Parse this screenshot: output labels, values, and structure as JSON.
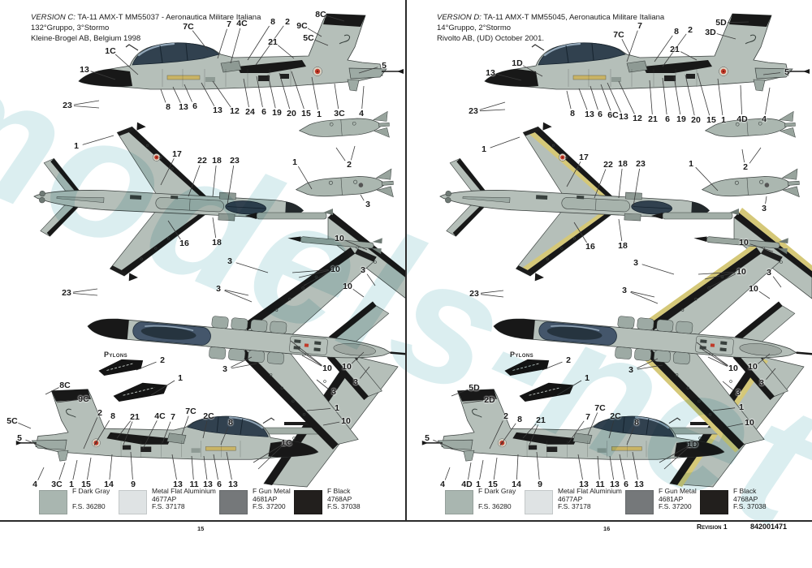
{
  "watermark": {
    "text": "models-net"
  },
  "colors": {
    "body": "#b5bfb9",
    "body_dark": "#9daaa4",
    "panel": "#8e9a94",
    "line": "#3c4240",
    "black": "#181818",
    "canopy": "#31414f",
    "glass": "#93a7b8",
    "roundel_red": "#c13a29",
    "stripe_yellow": "#d5c878",
    "decal_yellow": "#c9b465"
  },
  "legend": {
    "items": [
      {
        "name": "F Dark Gray",
        "code": "",
        "fs": "F.S. 36280",
        "color": "#a9b6b0"
      },
      {
        "name": "Metal Flat Aluminium",
        "code": "4677AP",
        "fs": "F.S. 37178",
        "color": "#dfe3e4"
      },
      {
        "name": "F Gun Metal",
        "code": "4681AP",
        "fs": "F.S. 37200",
        "color": "#75787a"
      },
      {
        "name": "F Black",
        "code": "4768AP",
        "fs": "F.S. 37038",
        "color": "#221f1d"
      }
    ]
  },
  "footer": {
    "revision": "Revision 1",
    "code": "842001471"
  },
  "pages": [
    {
      "page_number": "15",
      "pylons_label": "Pylons",
      "header": {
        "prefix": "VERSION C:",
        "title": " TA-11 AMX-T  MM55037 - Aeronautica Militare Italiana",
        "line2": "132°Gruppo, 3°Stormo",
        "line3": "Kleine-Brogel AB, Belgium 1998"
      },
      "callouts": [
        [
          "7C",
          232,
          33,
          256,
          62
        ],
        [
          "7",
          282,
          30,
          268,
          72
        ],
        [
          "4C",
          298,
          29,
          284,
          78
        ],
        [
          "8",
          336,
          27,
          305,
          74
        ],
        [
          "2",
          354,
          27,
          315,
          80
        ],
        [
          "9C",
          372,
          32,
          396,
          45
        ],
        [
          "8C",
          395,
          18,
          424,
          26
        ],
        [
          "5C",
          380,
          47,
          404,
          56
        ],
        [
          "21",
          336,
          52,
          362,
          72
        ],
        [
          "1C",
          136,
          63,
          170,
          92
        ],
        [
          "13",
          104,
          86,
          142,
          98
        ],
        [
          "5",
          473,
          81,
          442,
          90
        ],
        [
          "23",
          83,
          130,
          122,
          124,
          122,
          133
        ],
        [
          "8",
          207,
          132,
          198,
          110
        ],
        [
          "13",
          226,
          132,
          213,
          107
        ],
        [
          "6",
          240,
          131,
          227,
          104
        ],
        [
          "13",
          268,
          136,
          248,
          102
        ],
        [
          "12",
          289,
          137,
          262,
          100
        ],
        [
          "24",
          308,
          138,
          300,
          97
        ],
        [
          "6",
          325,
          138,
          316,
          94
        ],
        [
          "19",
          341,
          139,
          330,
          92
        ],
        [
          "20",
          359,
          140,
          344,
          90
        ],
        [
          "15",
          377,
          140,
          359,
          88
        ],
        [
          "1",
          393,
          141,
          384,
          95
        ],
        [
          "3C",
          418,
          140,
          412,
          103
        ],
        [
          "4",
          445,
          140,
          448,
          106
        ],
        [
          "1",
          94,
          180,
          140,
          167
        ],
        [
          "17",
          218,
          190,
          198,
          228
        ],
        [
          "22",
          249,
          198,
          232,
          242
        ],
        [
          "18",
          267,
          198,
          262,
          242
        ],
        [
          "23",
          289,
          198,
          280,
          252
        ],
        [
          "16",
          227,
          300,
          207,
          272
        ],
        [
          "18",
          267,
          299,
          262,
          268
        ],
        [
          "1",
          363,
          200,
          384,
          233
        ],
        [
          "2",
          430,
          203,
          414,
          182,
          437,
          180
        ],
        [
          "3",
          453,
          252,
          444,
          240
        ],
        [
          "10",
          418,
          294,
          452,
          308
        ],
        [
          "3",
          283,
          322,
          330,
          336
        ],
        [
          "10",
          413,
          332,
          368,
          342,
          374,
          352,
          360,
          336
        ],
        [
          "3",
          447,
          333,
          462,
          352
        ],
        [
          "10",
          428,
          353,
          448,
          366
        ],
        [
          "3",
          269,
          356,
          306,
          364,
          310,
          372
        ],
        [
          "23",
          82,
          361,
          120,
          356,
          120,
          364
        ],
        [
          "3",
          277,
          455,
          310,
          440,
          316,
          448
        ],
        [
          "10",
          403,
          454,
          364,
          428,
          372,
          438,
          358,
          420
        ],
        [
          "10",
          427,
          452,
          448,
          434
        ],
        [
          "3",
          438,
          471,
          455,
          452
        ],
        [
          "3",
          411,
          483,
          390,
          468
        ],
        [
          "1",
          415,
          503,
          378,
          506
        ],
        [
          "10",
          426,
          519,
          398,
          524
        ],
        [
          "2",
          200,
          444,
          168,
          456
        ],
        [
          "1",
          222,
          466,
          186,
          487
        ],
        [
          "8C",
          80,
          475,
          56,
          486
        ],
        [
          "9C",
          103,
          492,
          70,
          496
        ],
        [
          "2",
          123,
          509,
          103,
          553
        ],
        [
          "8",
          139,
          513,
          116,
          549
        ],
        [
          "21",
          166,
          514,
          144,
          540,
          152,
          548
        ],
        [
          "4C",
          197,
          513,
          176,
          553
        ],
        [
          "7",
          213,
          514,
          200,
          546
        ],
        [
          "7C",
          235,
          507,
          224,
          536
        ],
        [
          "2C",
          257,
          513,
          250,
          540
        ],
        [
          "8",
          284,
          521,
          272,
          548
        ],
        [
          "1C",
          353,
          546,
          312,
          570,
          318,
          578
        ],
        [
          "5C",
          15,
          519,
          38,
          528
        ],
        [
          "5",
          24,
          540,
          58,
          553
        ],
        [
          "4",
          43,
          597,
          54,
          576
        ],
        [
          "3C",
          70,
          597,
          80,
          570
        ],
        [
          "1",
          88,
          597,
          95,
          567
        ],
        [
          "15",
          106,
          597,
          112,
          564
        ],
        [
          "14",
          134,
          597,
          138,
          560
        ],
        [
          "9",
          164,
          597,
          161,
          557
        ],
        [
          "13",
          219,
          597,
          212,
          560
        ],
        [
          "11",
          239,
          597,
          236,
          562
        ],
        [
          "13",
          256,
          597,
          251,
          562
        ],
        [
          "6",
          270,
          597,
          263,
          560
        ],
        [
          "13",
          287,
          597,
          279,
          557
        ]
      ]
    },
    {
      "page_number": "16",
      "pylons_label": "Pylons",
      "header": {
        "prefix": "VERSION D:",
        "title": " TA-11 AMX-T  MM55045, Aeronautica Militare Italiana",
        "line2": "14°Gruppo, 2°Stormo",
        "line3": "Rivolto AB, (UD) October 2001."
      },
      "callouts": [
        [
          "7C",
          762,
          43,
          776,
          68
        ],
        [
          "7",
          788,
          32,
          772,
          76
        ],
        [
          "8",
          833,
          39,
          806,
          76
        ],
        [
          "2",
          850,
          37,
          816,
          82
        ],
        [
          "5D",
          888,
          28,
          922,
          27
        ],
        [
          "3D",
          875,
          40,
          906,
          48
        ],
        [
          "21",
          831,
          61,
          858,
          74
        ],
        [
          "1D",
          637,
          78,
          668,
          94
        ],
        [
          "13",
          604,
          90,
          642,
          99
        ],
        [
          "5",
          969,
          89,
          940,
          92
        ],
        [
          "23",
          583,
          137,
          622,
          126,
          622,
          135
        ],
        [
          "8",
          705,
          140,
          698,
          112
        ],
        [
          "13",
          726,
          141,
          713,
          109
        ],
        [
          "6",
          739,
          141,
          727,
          106
        ],
        [
          "6C",
          755,
          142,
          740,
          104
        ],
        [
          "13",
          768,
          144,
          748,
          102
        ],
        [
          "12",
          785,
          146,
          762,
          100
        ],
        [
          "21",
          804,
          147,
          800,
          99
        ],
        [
          "6",
          822,
          147,
          816,
          96
        ],
        [
          "19",
          839,
          147,
          830,
          94
        ],
        [
          "20",
          857,
          148,
          844,
          92
        ],
        [
          "15",
          876,
          148,
          859,
          90
        ],
        [
          "1",
          891,
          148,
          884,
          97
        ],
        [
          "4D",
          914,
          147,
          912,
          105
        ],
        [
          "4",
          941,
          147,
          948,
          108
        ],
        [
          "1",
          596,
          184,
          640,
          169
        ],
        [
          "17",
          719,
          194,
          698,
          230
        ],
        [
          "22",
          749,
          203,
          732,
          244
        ],
        [
          "18",
          767,
          202,
          762,
          244
        ],
        [
          "23",
          789,
          202,
          780,
          254
        ],
        [
          "16",
          727,
          304,
          707,
          274
        ],
        [
          "18",
          767,
          303,
          762,
          270
        ],
        [
          "1",
          851,
          202,
          884,
          235
        ],
        [
          "2",
          918,
          206,
          914,
          184,
          937,
          182
        ],
        [
          "3",
          941,
          257,
          944,
          242
        ],
        [
          "10",
          916,
          299,
          952,
          310
        ],
        [
          "3",
          783,
          324,
          830,
          338
        ],
        [
          "10",
          913,
          335,
          868,
          344,
          874,
          354,
          860,
          338
        ],
        [
          "3",
          947,
          336,
          962,
          354
        ],
        [
          "10",
          928,
          356,
          948,
          368
        ],
        [
          "3",
          769,
          358,
          806,
          366,
          810,
          374
        ],
        [
          "23",
          584,
          362,
          620,
          358,
          620,
          366
        ],
        [
          "3",
          777,
          456,
          810,
          442,
          816,
          450
        ],
        [
          "10",
          903,
          454,
          864,
          430,
          872,
          440,
          858,
          422
        ],
        [
          "10",
          927,
          452,
          948,
          436
        ],
        [
          "3",
          938,
          472,
          955,
          454
        ],
        [
          "3",
          909,
          484,
          890,
          470
        ],
        [
          "1",
          913,
          502,
          878,
          506
        ],
        [
          "10",
          923,
          521,
          896,
          526
        ],
        [
          "2",
          700,
          444,
          668,
          456
        ],
        [
          "1",
          723,
          466,
          686,
          487
        ],
        [
          "5D",
          584,
          478,
          556,
          488
        ],
        [
          "2D",
          603,
          493,
          570,
          497
        ],
        [
          "2",
          623,
          513,
          603,
          553
        ],
        [
          "8",
          640,
          517,
          616,
          549
        ],
        [
          "21",
          666,
          518,
          644,
          540,
          652,
          548
        ],
        [
          "7",
          724,
          514,
          700,
          546
        ],
        [
          "7C",
          739,
          503,
          724,
          536
        ],
        [
          "2C",
          758,
          513,
          750,
          540
        ],
        [
          "8",
          784,
          521,
          772,
          548
        ],
        [
          "1D",
          853,
          548,
          812,
          570,
          818,
          578
        ],
        [
          "5",
          526,
          540,
          558,
          553
        ],
        [
          "4",
          545,
          597,
          554,
          576
        ],
        [
          "4D",
          575,
          597,
          580,
          570
        ],
        [
          "1",
          589,
          597,
          595,
          567
        ],
        [
          "15",
          607,
          597,
          612,
          564
        ],
        [
          "14",
          636,
          597,
          638,
          560
        ],
        [
          "9",
          665,
          597,
          661,
          557
        ],
        [
          "13",
          719,
          597,
          712,
          560
        ],
        [
          "11",
          739,
          597,
          736,
          562
        ],
        [
          "13",
          757,
          597,
          751,
          562
        ],
        [
          "6",
          771,
          597,
          763,
          560
        ],
        [
          "13",
          787,
          597,
          779,
          557
        ]
      ]
    }
  ]
}
